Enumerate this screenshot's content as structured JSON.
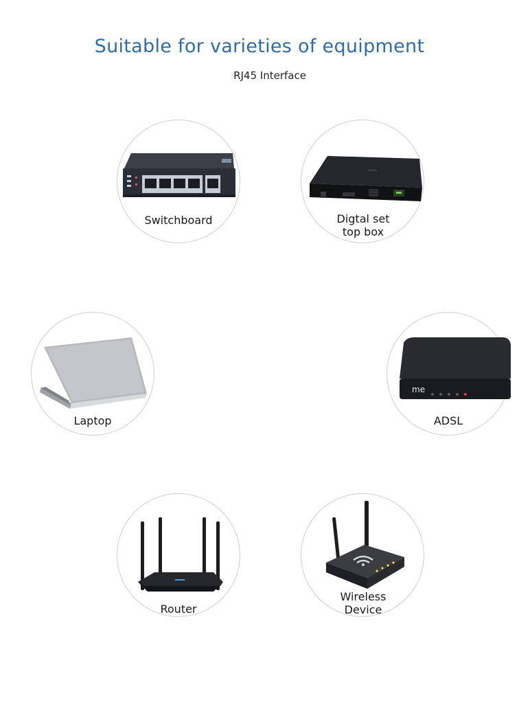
{
  "header": {
    "title": "Suitable for varieties of equipment",
    "subtitle": "RJ45 Interface"
  },
  "devices": [
    {
      "label": "Switchboard",
      "icon": "switchboard-icon"
    },
    {
      "label": "Digtal set top box",
      "icon": "set-top-box-icon"
    },
    {
      "label": "Laptop",
      "icon": "laptop-icon"
    },
    {
      "label": "ADSL",
      "icon": "adsl-modem-icon"
    },
    {
      "label": "Router",
      "icon": "router-icon"
    },
    {
      "label": "Wireless Device",
      "icon": "wireless-device-icon"
    }
  ],
  "device_marks": {
    "adsl_logo": "me"
  }
}
